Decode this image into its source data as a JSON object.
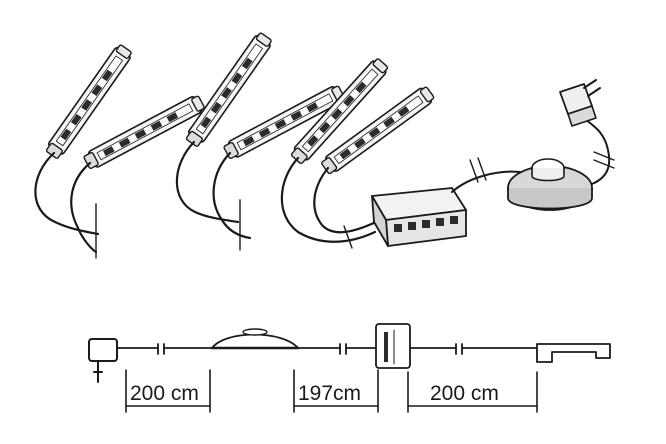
{
  "dimensions": [
    {
      "label": "200 cm"
    },
    {
      "label": "197cm"
    },
    {
      "label": "200 cm"
    }
  ],
  "colors": {
    "line": "#1a1a1a",
    "strip_fill": "#f4f4f4",
    "led_fill": "#2b2b2b",
    "footswitch_fill": "#d8d8d8"
  }
}
